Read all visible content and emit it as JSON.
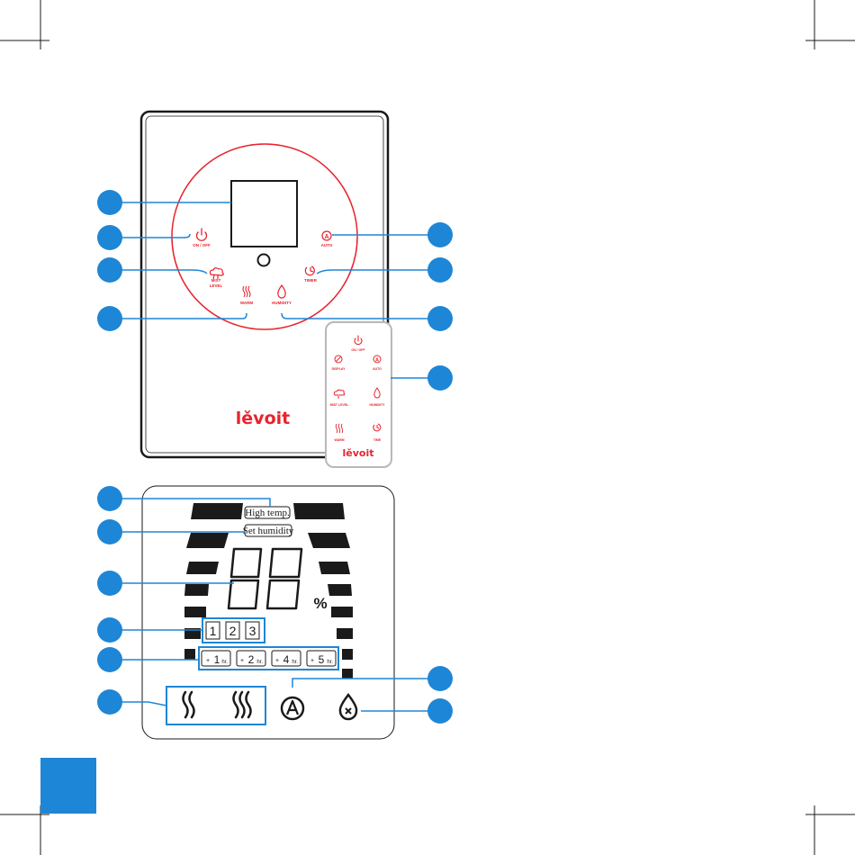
{
  "device": {
    "controls": {
      "power": "ON / OFF",
      "auto": "AUTO",
      "mist_level_1": "MIST",
      "mist_level_2": "LEVEL",
      "timer": "TIMER",
      "warm": "WARM",
      "humidity": "HUMIDITY"
    },
    "brand": "lěvoit"
  },
  "remote": {
    "power": "ON / OFF",
    "display": "DISPLAY",
    "auto": "AUTO",
    "mist_level": "MIST LEVEL",
    "humidity": "HUMIDITY",
    "warm": "WARM",
    "timer": "TIME",
    "brand": "lěvoit"
  },
  "lcd": {
    "high_temp": "High temp.",
    "set_humidity": "Set humidity",
    "digits": "88",
    "percent": "%",
    "mist_levels": [
      "1",
      "2",
      "3"
    ],
    "timer_plus": "+",
    "timers": [
      "1",
      "2",
      "4",
      "5"
    ],
    "timer_unit": "hr."
  },
  "colors": {
    "accent": "#e8232d",
    "callout": "#1e86d6",
    "page_tab": "#1e86d6",
    "outline": "#1a1a1a"
  },
  "icons": [
    "power-icon",
    "auto-icon",
    "mist-level-icon",
    "timer-icon",
    "warm-icon",
    "humidity-icon",
    "display-icon",
    "no-water-icon"
  ]
}
